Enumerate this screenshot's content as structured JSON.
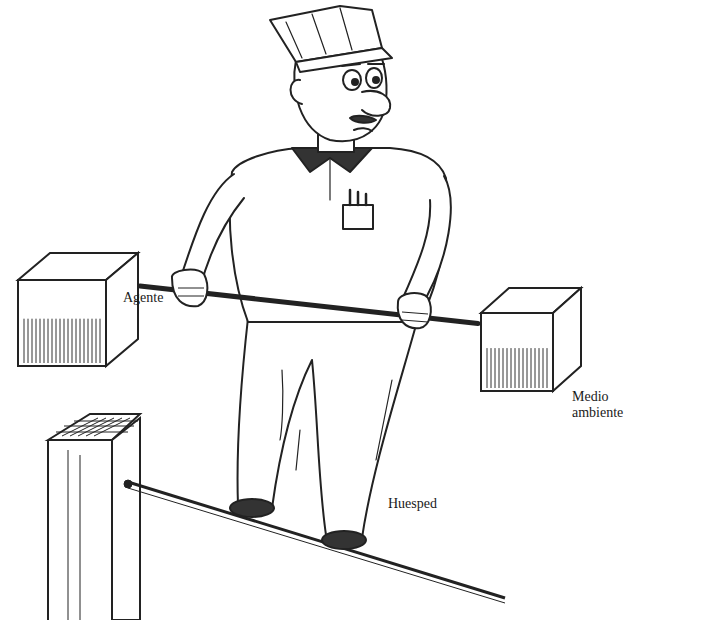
{
  "diagram": {
    "nodes": [
      {
        "text": [
          "Agente"
        ]
      },
      {
        "text": [
          "Medio ambiente"
        ]
      }
    ],
    "edges": [
      {
        "from": 0,
        "to": 1,
        "arrow": "none"
      }
    ],
    "labels": [
      "Huesped"
    ]
  }
}
